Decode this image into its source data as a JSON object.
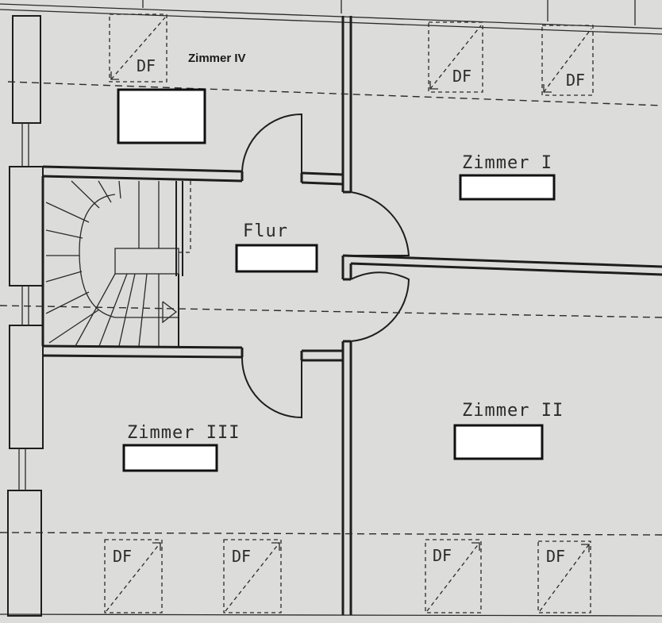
{
  "rooms": {
    "zimmer_iv": "Zimmer IV",
    "zimmer_i": "Zimmer I",
    "flur": "Flur",
    "zimmer_iii": "Zimmer III",
    "zimmer_ii": "Zimmer II"
  },
  "skylight_label": "DF"
}
